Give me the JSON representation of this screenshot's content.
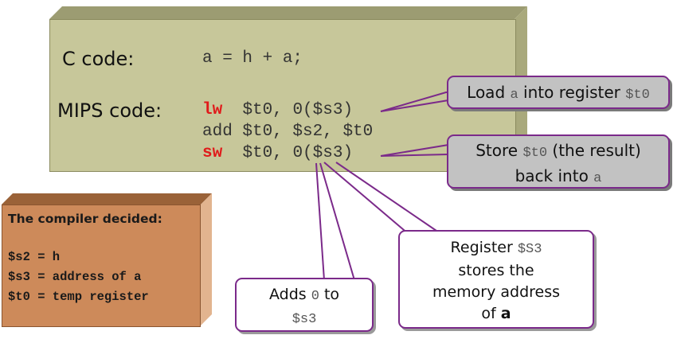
{
  "main_box": {
    "c_label": "C code:",
    "c_code": "a = h + a;",
    "mips_label": "MIPS code:",
    "instructions": [
      {
        "op": "lw",
        "highlight": true,
        "args": "$t0, 0($s3)"
      },
      {
        "op": "add",
        "highlight": false,
        "args": "$t0, $s2, $t0"
      },
      {
        "op": "sw",
        "highlight": true,
        "args": "$t0, 0($s3)"
      }
    ]
  },
  "compiler_box": {
    "title": "The compiler decided:",
    "lines": [
      "$s2 = h",
      "$s3 = address of a",
      "$t0 = temp register"
    ]
  },
  "callouts": {
    "load": {
      "p1": "Load ",
      "m1": "a",
      "p2": " into register ",
      "m2": "$t0"
    },
    "store": {
      "p1": "Store ",
      "m1": "$t0",
      "p2": " (the result)",
      "p3": "back into ",
      "m2": "a"
    },
    "s3": {
      "p1": "Register ",
      "m1": "$S3",
      "p2": "stores the",
      "p3": "memory address",
      "p4": "of ",
      "b1": "a"
    },
    "adds": {
      "p1": "Adds ",
      "m1": "0",
      "p2": " to",
      "m2": "$s3"
    }
  },
  "colors": {
    "main_box": "#c7c79a",
    "compiler_box": "#cd8a5a",
    "keyword": "#e01a1a",
    "callout_border": "#7b2a8a",
    "callout_gray": "#c2c2c2"
  }
}
